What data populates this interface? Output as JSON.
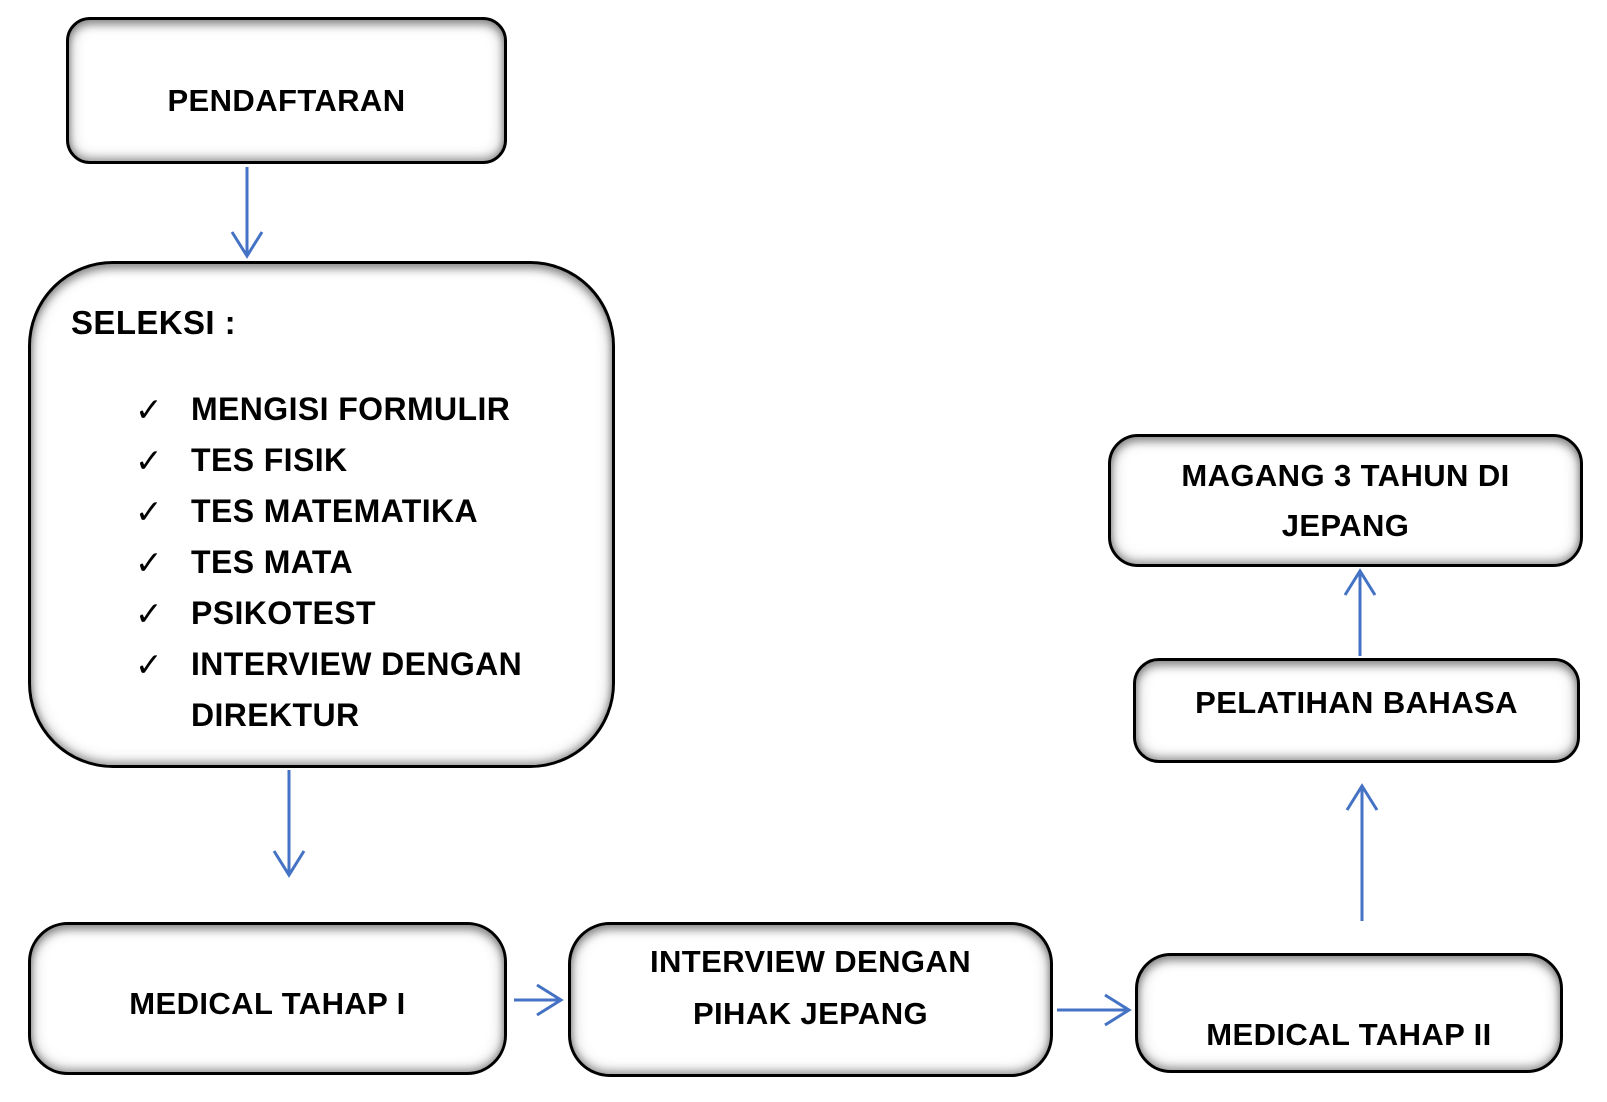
{
  "colors": {
    "arrow": "#4472C4",
    "box_border": "#000000",
    "box_fill": "#ffffff",
    "text": "#000000"
  },
  "glyphs": {
    "check": "✓"
  },
  "flowchart": {
    "pendaftaran": {
      "label": "PENDAFTARAN"
    },
    "seleksi": {
      "heading": "SELEKSI :",
      "items": [
        {
          "label": "MENGISI FORMULIR"
        },
        {
          "label": "TES FISIK"
        },
        {
          "label": "TES MATEMATIKA"
        },
        {
          "label": "TES MATA"
        },
        {
          "label": "PSIKOTEST"
        },
        {
          "label": "INTERVIEW DENGAN DIREKTUR"
        }
      ]
    },
    "medical_tahap_1": {
      "label": "MEDICAL TAHAP I"
    },
    "interview_pihak_jepang": {
      "label": "INTERVIEW DENGAN PIHAK JEPANG"
    },
    "medical_tahap_2": {
      "label": "MEDICAL TAHAP II"
    },
    "pelatihan_bahasa": {
      "label": "PELATIHAN BAHASA"
    },
    "magang_jepang": {
      "label": "MAGANG 3 TAHUN DI JEPANG"
    }
  }
}
